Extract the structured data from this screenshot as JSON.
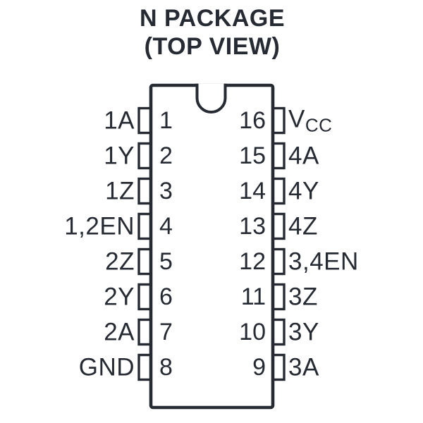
{
  "title": {
    "line1": "N PACKAGE",
    "line2": "(TOP VIEW)"
  },
  "package": {
    "package_name": "N",
    "view": "TOP VIEW",
    "pin_count": 16,
    "left_pins": [
      {
        "number": "1",
        "label": "1A"
      },
      {
        "number": "2",
        "label": "1Y"
      },
      {
        "number": "3",
        "label": "1Z"
      },
      {
        "number": "4",
        "label": "1,2EN"
      },
      {
        "number": "5",
        "label": "2Z"
      },
      {
        "number": "6",
        "label": "2Y"
      },
      {
        "number": "7",
        "label": "2A"
      },
      {
        "number": "8",
        "label": "GND"
      }
    ],
    "right_pins": [
      {
        "number": "16",
        "label": "V",
        "label_sub": "CC"
      },
      {
        "number": "15",
        "label": "4A"
      },
      {
        "number": "14",
        "label": "4Y"
      },
      {
        "number": "13",
        "label": "4Z"
      },
      {
        "number": "12",
        "label": "3,4EN"
      },
      {
        "number": "11",
        "label": "3Z"
      },
      {
        "number": "10",
        "label": "3Y"
      },
      {
        "number": "9",
        "label": "3A"
      }
    ]
  },
  "colors": {
    "ink": "#262a33",
    "background": "#ffffff"
  }
}
